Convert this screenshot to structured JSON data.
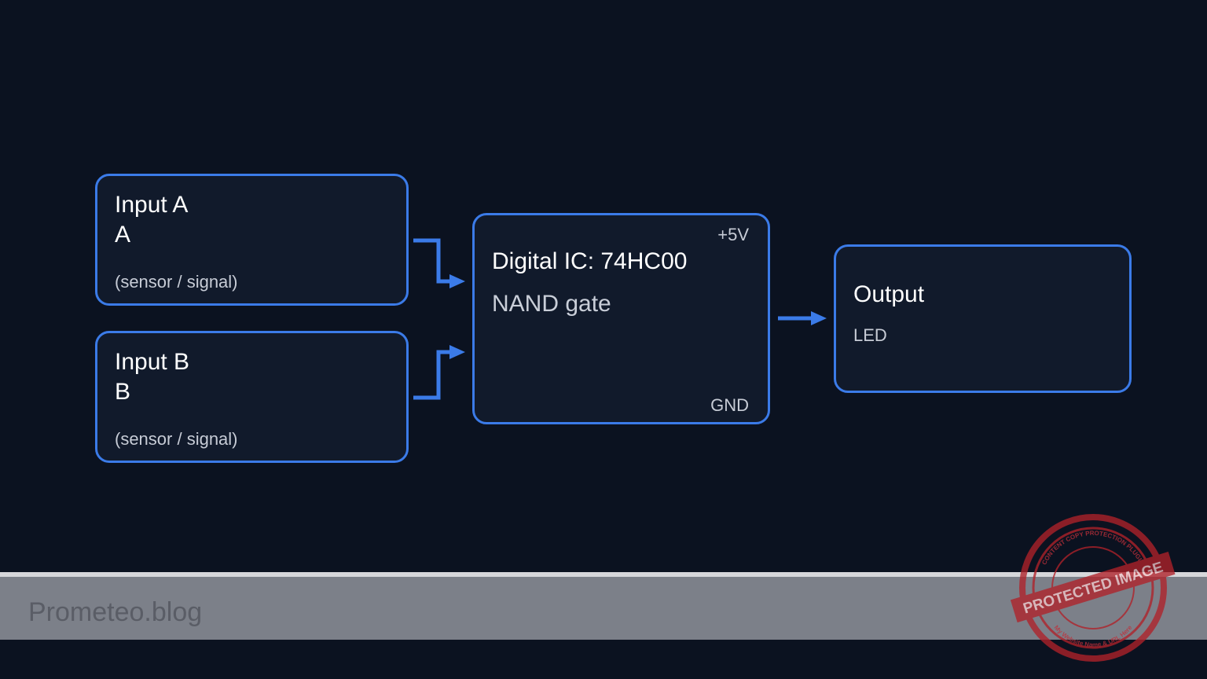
{
  "diagram": {
    "input_a": {
      "title": "Input A",
      "letter": "A",
      "note": "(sensor / signal)"
    },
    "input_b": {
      "title": "Input B",
      "letter": "B",
      "note": "(sensor / signal)"
    },
    "ic": {
      "supply": "+5V",
      "title": "Digital IC: 74HC00",
      "subtitle": "NAND gate",
      "ground": "GND"
    },
    "output": {
      "title": "Output",
      "device": "LED"
    }
  },
  "footer": {
    "brand": "Prometeo.blog"
  },
  "watermark": {
    "main": "PROTECTED IMAGE",
    "ring_top": "CONTENT COPY PROTECTION PLUGIN",
    "ring_bottom": "My Website Name & URL Here"
  },
  "colors": {
    "background": "#0b1220",
    "box_fill": "#111a2b",
    "accent": "#3b7be8",
    "footer": "#7c8089",
    "stamp": "#b0222a"
  }
}
